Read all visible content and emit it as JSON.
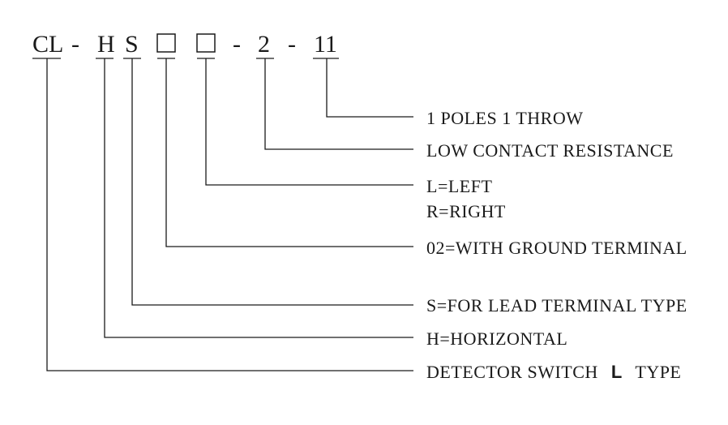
{
  "code": {
    "prefix": "CL",
    "dash": "-",
    "h": "H",
    "s": "S",
    "variant": "2",
    "poles": "11"
  },
  "descriptions": {
    "poles": "1 POLES 1 THROW",
    "contact": "LOW CONTACT RESISTANCE",
    "left": "L=LEFT",
    "right": "R=RIGHT",
    "ground": "02=WITH GROUND TERMINAL",
    "lead": "S=FOR LEAD TERMINAL TYPE",
    "horizontal": "H=HORIZONTAL",
    "type_prefix": "DETECTOR SWITCH",
    "type_letter": "L",
    "type_suffix": "TYPE"
  }
}
